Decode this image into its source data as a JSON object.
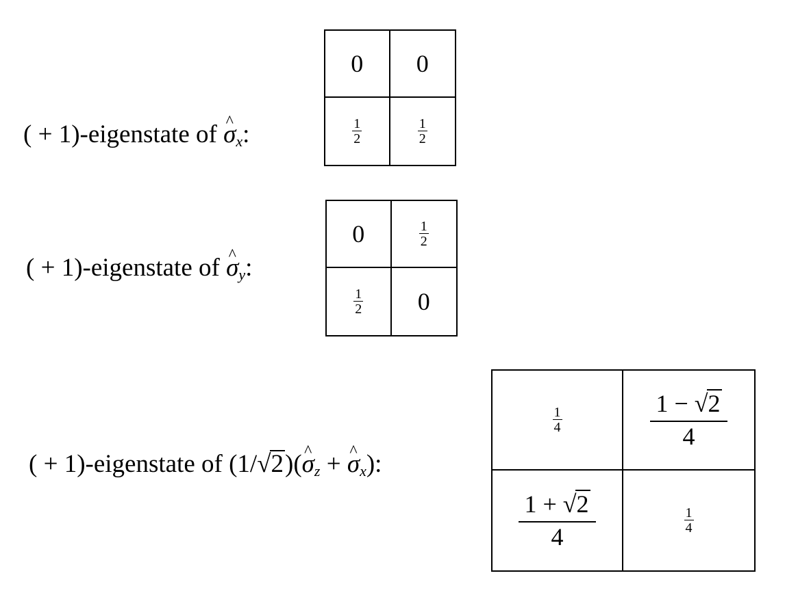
{
  "rows": [
    {
      "label": {
        "prefix": "( + 1)-eigenstate of ",
        "sigma": "σ",
        "sub": "x",
        "suffix": ":"
      },
      "cells": [
        "0",
        "0",
        {
          "num": "1",
          "den": "2"
        },
        {
          "num": "1",
          "den": "2"
        }
      ]
    },
    {
      "label": {
        "prefix": "( + 1)-eigenstate of ",
        "sigma": "σ",
        "sub": "y",
        "suffix": ":"
      },
      "cells": [
        "0",
        {
          "num": "1",
          "den": "2"
        },
        {
          "num": "1",
          "den": "2"
        },
        "0"
      ]
    },
    {
      "label": {
        "prefix": "( + 1)-eigenstate of (1/",
        "radical_sign": "√",
        "radicand": "2",
        "mid": ")(",
        "sigma_z": "σ",
        "sub_z": "z",
        "plus": " + ",
        "sigma_x": "σ",
        "sub_x": "x",
        "suffix": "):"
      },
      "cells": [
        {
          "num": "1",
          "den": "4"
        },
        {
          "num_a": "1 − ",
          "num_sign": "√",
          "num_rad": "2",
          "den": "4"
        },
        {
          "num_a": "1 + ",
          "num_sign": "√",
          "num_rad": "2",
          "den": "4"
        },
        {
          "num": "1",
          "den": "4"
        }
      ]
    }
  ]
}
